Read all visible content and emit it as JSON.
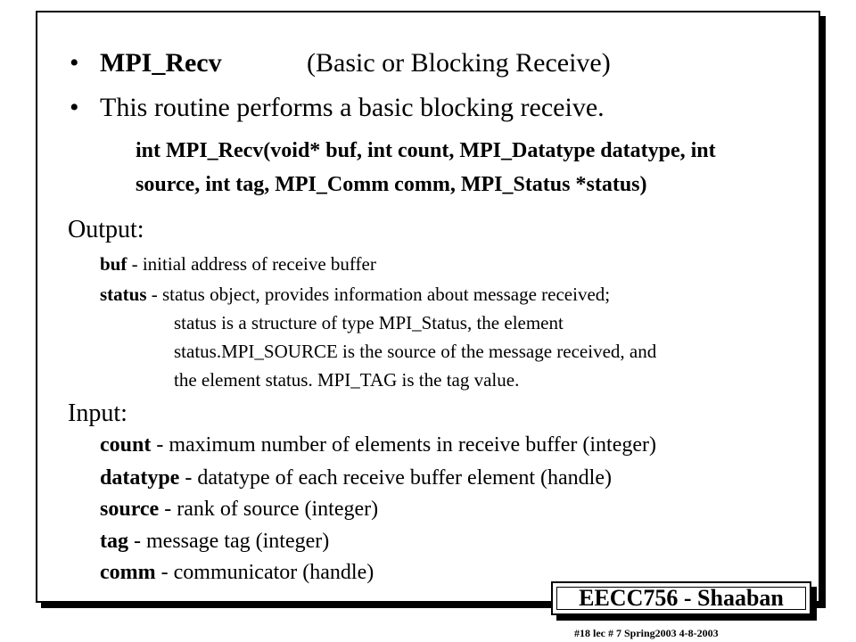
{
  "slide": {
    "bullets": [
      "•",
      "•"
    ],
    "title": {
      "keyword": "MPI_Recv",
      "description": "(Basic or Blocking Receive)"
    },
    "intro": "This routine performs a basic blocking receive.",
    "signature": {
      "line1": "int MPI_Recv(void* buf, int count, MPI_Datatype datatype, int",
      "line2": "source,  int tag, MPI_Comm comm, MPI_Status *status)"
    },
    "output": {
      "heading": "Output:",
      "items": [
        {
          "term": "buf",
          "desc": " - initial address of receive buffer"
        },
        {
          "term": "status",
          "desc": " -  status object, provides information about message received;"
        }
      ],
      "continuation": [
        "status is a structure of type MPI_Status, the element",
        "status.MPI_SOURCE is the source of the message received,  and",
        "the element status. MPI_TAG is the tag value."
      ]
    },
    "input": {
      "heading": "Input:",
      "items": [
        {
          "term": "count",
          "desc": " - maximum number of elements in receive buffer (integer)"
        },
        {
          "term": "datatype",
          "desc": " - datatype of each receive buffer element (handle)"
        },
        {
          "term": "source",
          "desc": " - rank of source (integer)"
        },
        {
          "term": "tag",
          "desc": "  - message tag (integer)"
        },
        {
          "term": "comm",
          "desc": " - communicator (handle)"
        }
      ]
    }
  },
  "badge": "EECC756 - Shaaban",
  "footer": "#18   lec # 7    Spring2003    4-8-2003"
}
